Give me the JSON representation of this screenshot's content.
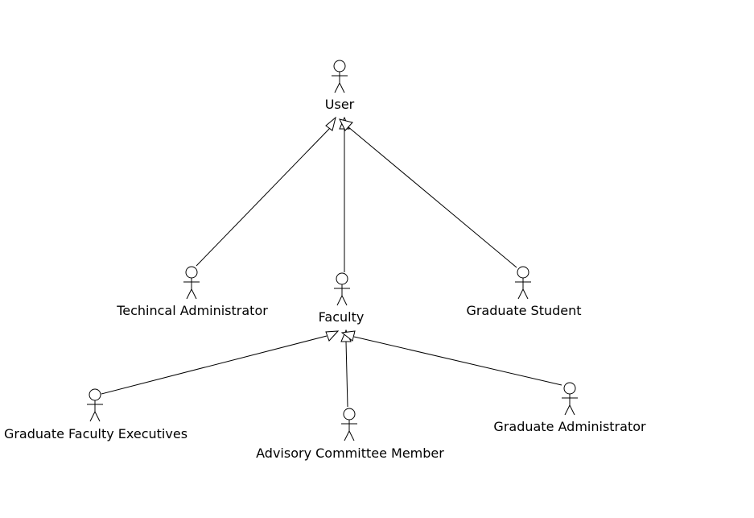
{
  "diagram": {
    "actors": {
      "user": "User",
      "technical_admin": "Techincal Administrator",
      "faculty": "Faculty",
      "graduate_student": "Graduate Student",
      "grad_faculty_exec": "Graduate Faculty Executives",
      "advisory_member": "Advisory Committee Member",
      "graduate_admin": "Graduate Administrator"
    },
    "relationships": [
      {
        "type": "generalization",
        "from": "technical_admin",
        "to": "user"
      },
      {
        "type": "generalization",
        "from": "faculty",
        "to": "user"
      },
      {
        "type": "generalization",
        "from": "graduate_student",
        "to": "user"
      },
      {
        "type": "generalization",
        "from": "grad_faculty_exec",
        "to": "faculty"
      },
      {
        "type": "generalization",
        "from": "advisory_member",
        "to": "faculty"
      },
      {
        "type": "generalization",
        "from": "graduate_admin",
        "to": "faculty"
      }
    ],
    "colors": {
      "stroke": "#000000",
      "background": "#ffffff"
    }
  }
}
